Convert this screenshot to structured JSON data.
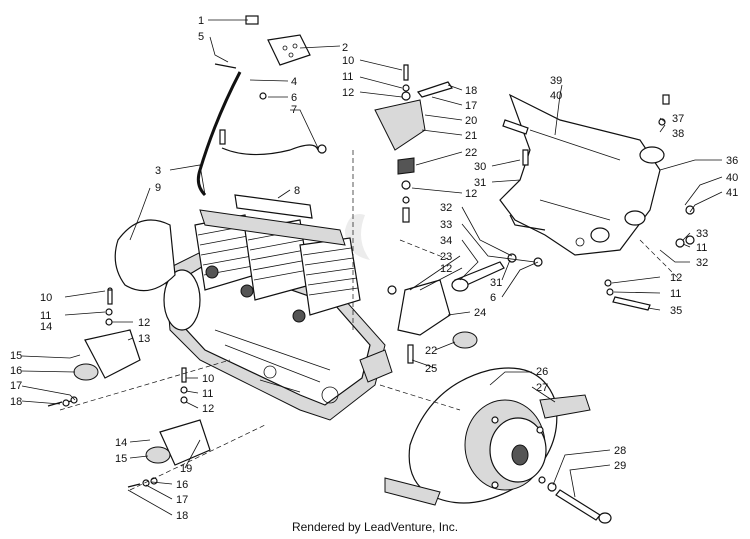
{
  "footer": {
    "credit": "Rendered by LeadVenture, Inc."
  },
  "callouts": {
    "c1": "1",
    "c2": "2",
    "c3": "3",
    "c4": "4",
    "c5": "5",
    "c6": "6",
    "c7": "7",
    "c8": "8",
    "c9": "9",
    "c10a": "10",
    "c11a": "11",
    "c12a": "12",
    "c18a": "18",
    "c17a": "17",
    "c20": "20",
    "c21": "21",
    "c22a": "22",
    "c39": "39",
    "c40a": "40",
    "c37": "37",
    "c38": "38",
    "c30": "30",
    "c31a": "31",
    "c36": "36",
    "c40b": "40",
    "c41": "41",
    "c12b": "12",
    "c32a": "32",
    "c33a": "33",
    "c34": "34",
    "c23": "23",
    "c12c": "12",
    "c31b": "31",
    "c6b": "6",
    "c33b": "33",
    "c11b": "11",
    "c32b": "32",
    "c12d": "12",
    "c11c": "11",
    "c35": "35",
    "c10b": "10",
    "c11d": "11",
    "c12e": "12",
    "c13": "13",
    "c14a": "14",
    "c15a": "15",
    "c16a": "16",
    "c17b": "17",
    "c18b": "18",
    "c24": "24",
    "c22b": "22",
    "c25": "25",
    "c10c": "10",
    "c11e": "11",
    "c12f": "12",
    "c14b": "14",
    "c15b": "15",
    "c19": "19",
    "c16b": "16",
    "c17c": "17",
    "c18c": "18",
    "c26": "26",
    "c27": "27",
    "c28": "28",
    "c29": "29"
  }
}
